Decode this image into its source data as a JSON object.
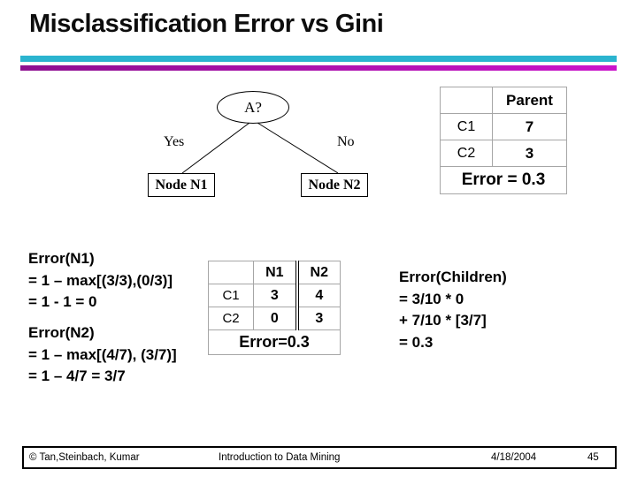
{
  "title": "Misclassification Error vs Gini",
  "colors": {
    "cyan_bar": "#2bb4cf",
    "magenta_bar_left": "#8d1090",
    "magenta_bar_right": "#cb13cb"
  },
  "tree": {
    "root_label": "A?",
    "left_branch_label": "Yes",
    "right_branch_label": "No",
    "left_node_label": "Node N1",
    "right_node_label": "Node N2"
  },
  "parent_table": {
    "header": [
      "",
      "Parent"
    ],
    "rows": [
      [
        "C1",
        "7"
      ],
      [
        "C2",
        "3"
      ]
    ],
    "footer": "Error = 0.3"
  },
  "split_table": {
    "header": [
      "",
      "N1",
      "N2"
    ],
    "rows": [
      [
        "C1",
        "3",
        "4"
      ],
      [
        "C2",
        "0",
        "3"
      ]
    ],
    "footer": "Error=0.3"
  },
  "calc_n1": {
    "lines": [
      "Error(N1)",
      "= 1 – max[(3/3),(0/3)]",
      "= 1 - 1 = 0"
    ]
  },
  "calc_n2": {
    "lines": [
      "Error(N2)",
      "= 1 – max[(4/7), (3/7)]",
      "= 1 – 4/7 = 3/7"
    ]
  },
  "calc_children": {
    "lines": [
      "Error(Children)",
      "= 3/10 * 0",
      "+ 7/10 * [3/7]",
      "= 0.3"
    ]
  },
  "footer": {
    "copyright": "© Tan,Steinbach, Kumar",
    "center": "Introduction to Data Mining",
    "date": "4/18/2004",
    "page": "45"
  }
}
